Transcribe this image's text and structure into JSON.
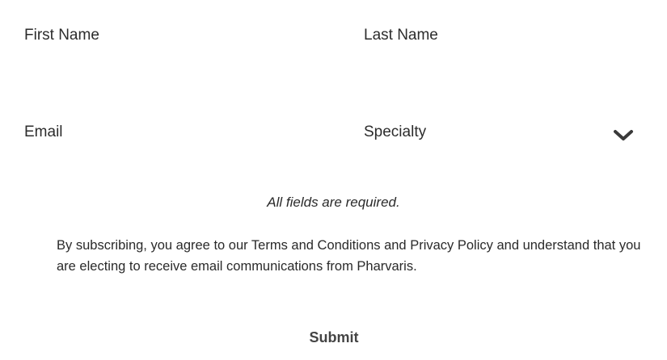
{
  "form": {
    "first_name": {
      "placeholder": "First Name"
    },
    "last_name": {
      "placeholder": "Last Name"
    },
    "email": {
      "placeholder": "Email"
    },
    "specialty": {
      "selected": "Specialty",
      "icon": "chevron-down-icon"
    },
    "required_note": "All fields are required.",
    "consent_text": "By subscribing, you agree to our Terms and Conditions and Privacy Policy and understand that you are electing to receive email communications from Pharvaris.",
    "submit_label": "Submit"
  },
  "colors": {
    "text": "#2a2a2a",
    "submit_text": "#444444",
    "chevron": "#3a3a3a",
    "background": "#ffffff"
  }
}
